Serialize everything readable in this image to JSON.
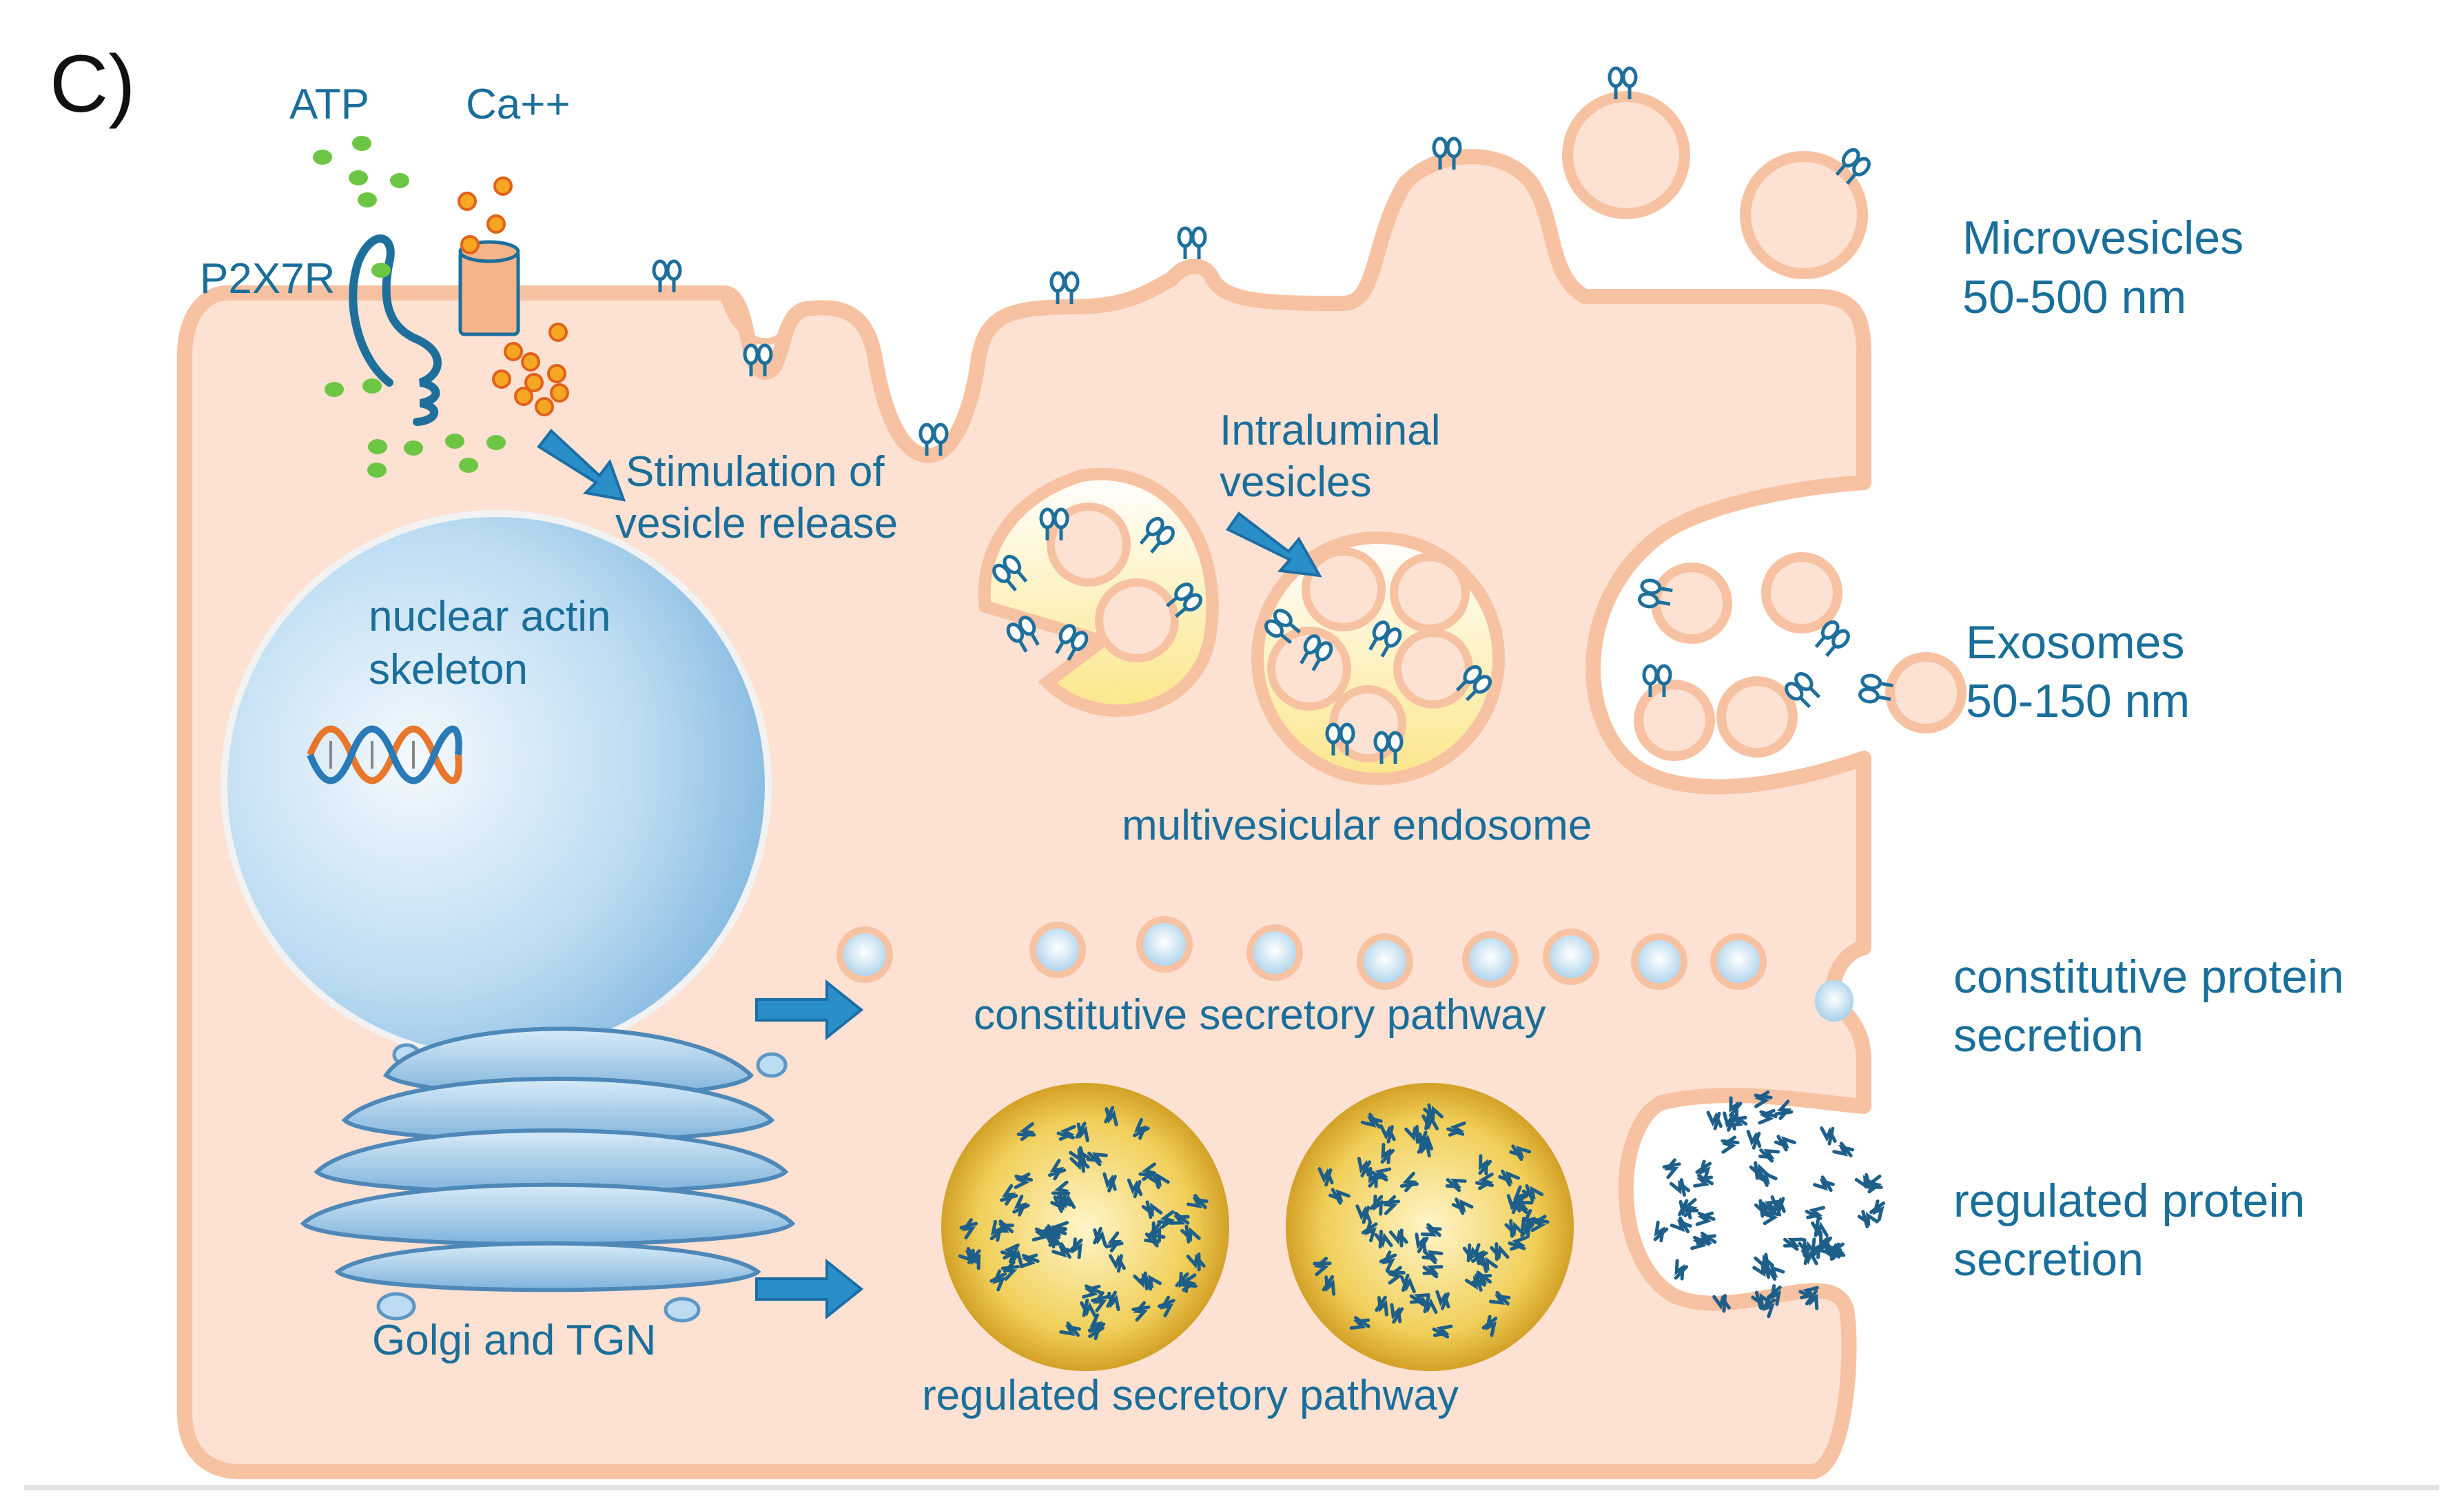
{
  "panel_label": "C)",
  "labels": {
    "atp": "ATP",
    "calcium": "Ca++",
    "p2x7r": "P2X7R",
    "stimulation_line1": "Stimulation of",
    "stimulation_line2": "vesicle release",
    "intraluminal_line1": "Intraluminal",
    "intraluminal_line2": "vesicles",
    "nucleus_line1": "nuclear actin",
    "nucleus_line2": "skeleton",
    "mve": "multivesicular endosome",
    "microvesicles_line1": "Microvesicles",
    "microvesicles_line2": "50-500 nm",
    "exosomes_line1": "Exosomes",
    "exosomes_line2": "50-150 nm",
    "constitutive_pathway": "constitutive secretory pathway",
    "constitutive_secretion_line1": "constitutive protein",
    "constitutive_secretion_line2": "secretion",
    "regulated_pathway": "regulated secretory pathway",
    "regulated_secretion_line1": "regulated protein",
    "regulated_secretion_line2": "secretion",
    "golgi": "Golgi and TGN"
  },
  "colors": {
    "label_text": "#1a6e9a",
    "cell_fill": "#fde1d2",
    "cell_stroke": "#f7c2a2",
    "atp_dot": "#6cc644",
    "calcium_dot": "#f5a623",
    "arrow": "#2a8ec8",
    "nucleus": "#a9d2ee",
    "golgi": "#8ebfe2",
    "secretory_granule": "#d8a316"
  }
}
